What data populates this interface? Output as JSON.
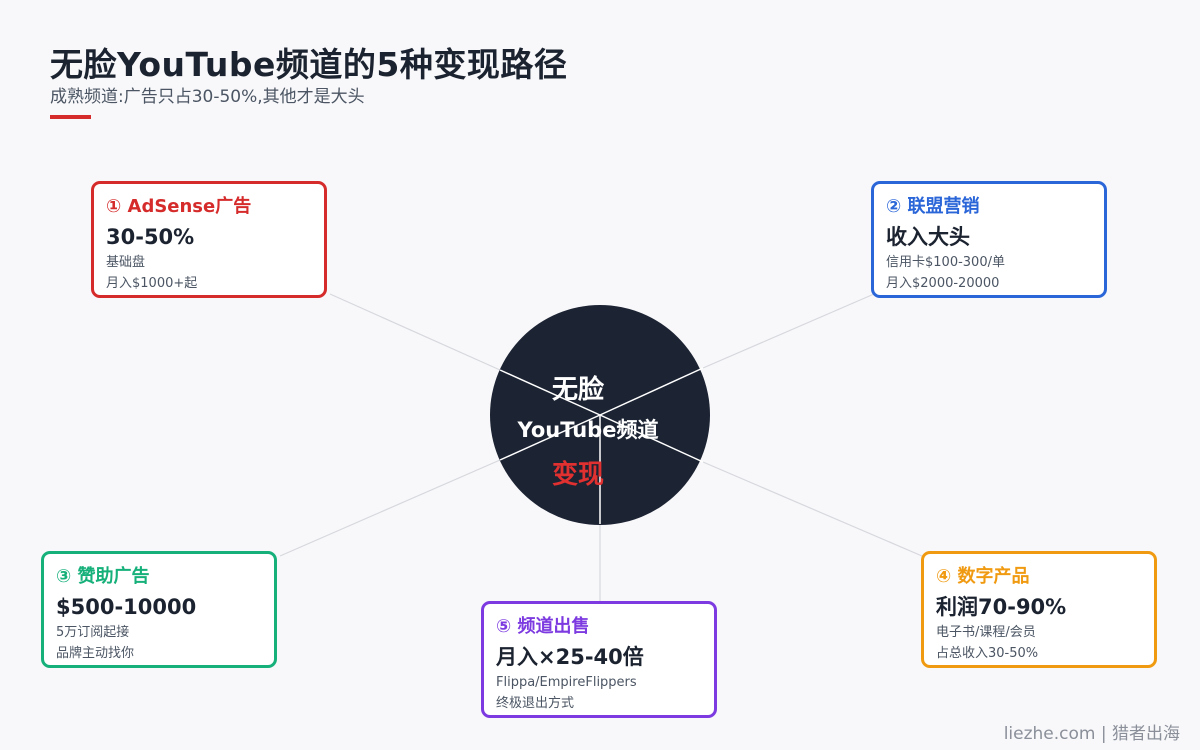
{
  "header": {
    "title": "无脸YouTube频道的5种变现路径",
    "subtitle": "成熟频道:广告只占30-50%,其他才是大头"
  },
  "hub": {
    "line1": "无脸",
    "line2": "YouTube频道",
    "line3": "变现"
  },
  "colors": {
    "accent_red": "#d52b2b",
    "blue": "#2b66d9",
    "green": "#16b07a",
    "orange": "#f09a12",
    "purple": "#7c3ae0",
    "hub_fill": "#1c2333",
    "background": "#f8f8fa"
  },
  "cards": [
    {
      "title": "① AdSense广告",
      "main": "30-50%",
      "note1": "基础盘",
      "note2": "月入$1000+起"
    },
    {
      "title": "② 联盟营销",
      "main": "收入大头",
      "note1": "信用卡$100-300/单",
      "note2": "月入$2000-20000"
    },
    {
      "title": "③ 赞助广告",
      "main": "$500-10000",
      "note1": "5万订阅起接",
      "note2": "品牌主动找你"
    },
    {
      "title": "④ 数字产品",
      "main": "利润70-90%",
      "note1": "电子书/课程/会员",
      "note2": "占总收入30-50%"
    },
    {
      "title": "⑤ 频道出售",
      "main": "月入×25-40倍",
      "note1": "Flippa/EmpireFlippers",
      "note2": "终极退出方式"
    }
  ],
  "footer": {
    "site": "liezhe.com | 猎者出海"
  }
}
